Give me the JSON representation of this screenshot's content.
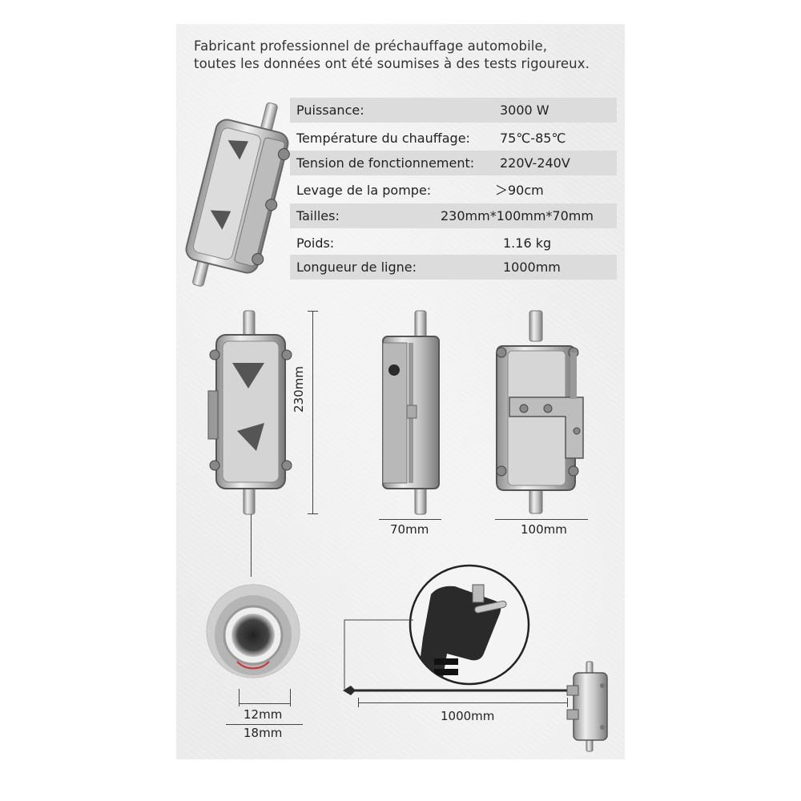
{
  "headline": {
    "line1": "Fabricant professionnel de préchauffage automobile,",
    "line2": "toutes les données ont été soumises à des tests rigoureux."
  },
  "specs": [
    {
      "label": "Puissance:",
      "value": "3000 W"
    },
    {
      "label": "Température du chauffage:",
      "value": "75℃-85℃"
    },
    {
      "label": "Tension de fonctionnement:",
      "value": "220V-240V"
    },
    {
      "label": "Levage de la pompe:",
      "value": "＞90cm"
    },
    {
      "label": "Tailles:",
      "value": "230mm*100mm*70mm"
    },
    {
      "label": "Poids:",
      "value": "1.16 kg"
    },
    {
      "label": "Longueur de ligne:",
      "value": "1000mm"
    }
  ],
  "dimensions": {
    "height": "230mm",
    "depth": "70mm",
    "width": "100mm",
    "inner_diameter": "12mm",
    "outer_diameter": "18mm",
    "cable_length": "1000mm"
  },
  "colors": {
    "panel": "#ededed",
    "row_shade": "#dcdcdc",
    "metal": "#c8c8c8",
    "plug": "#2a2a2a"
  },
  "icons": [
    "heater-product-image",
    "plug-icon",
    "pipe-inlet-closeup"
  ]
}
